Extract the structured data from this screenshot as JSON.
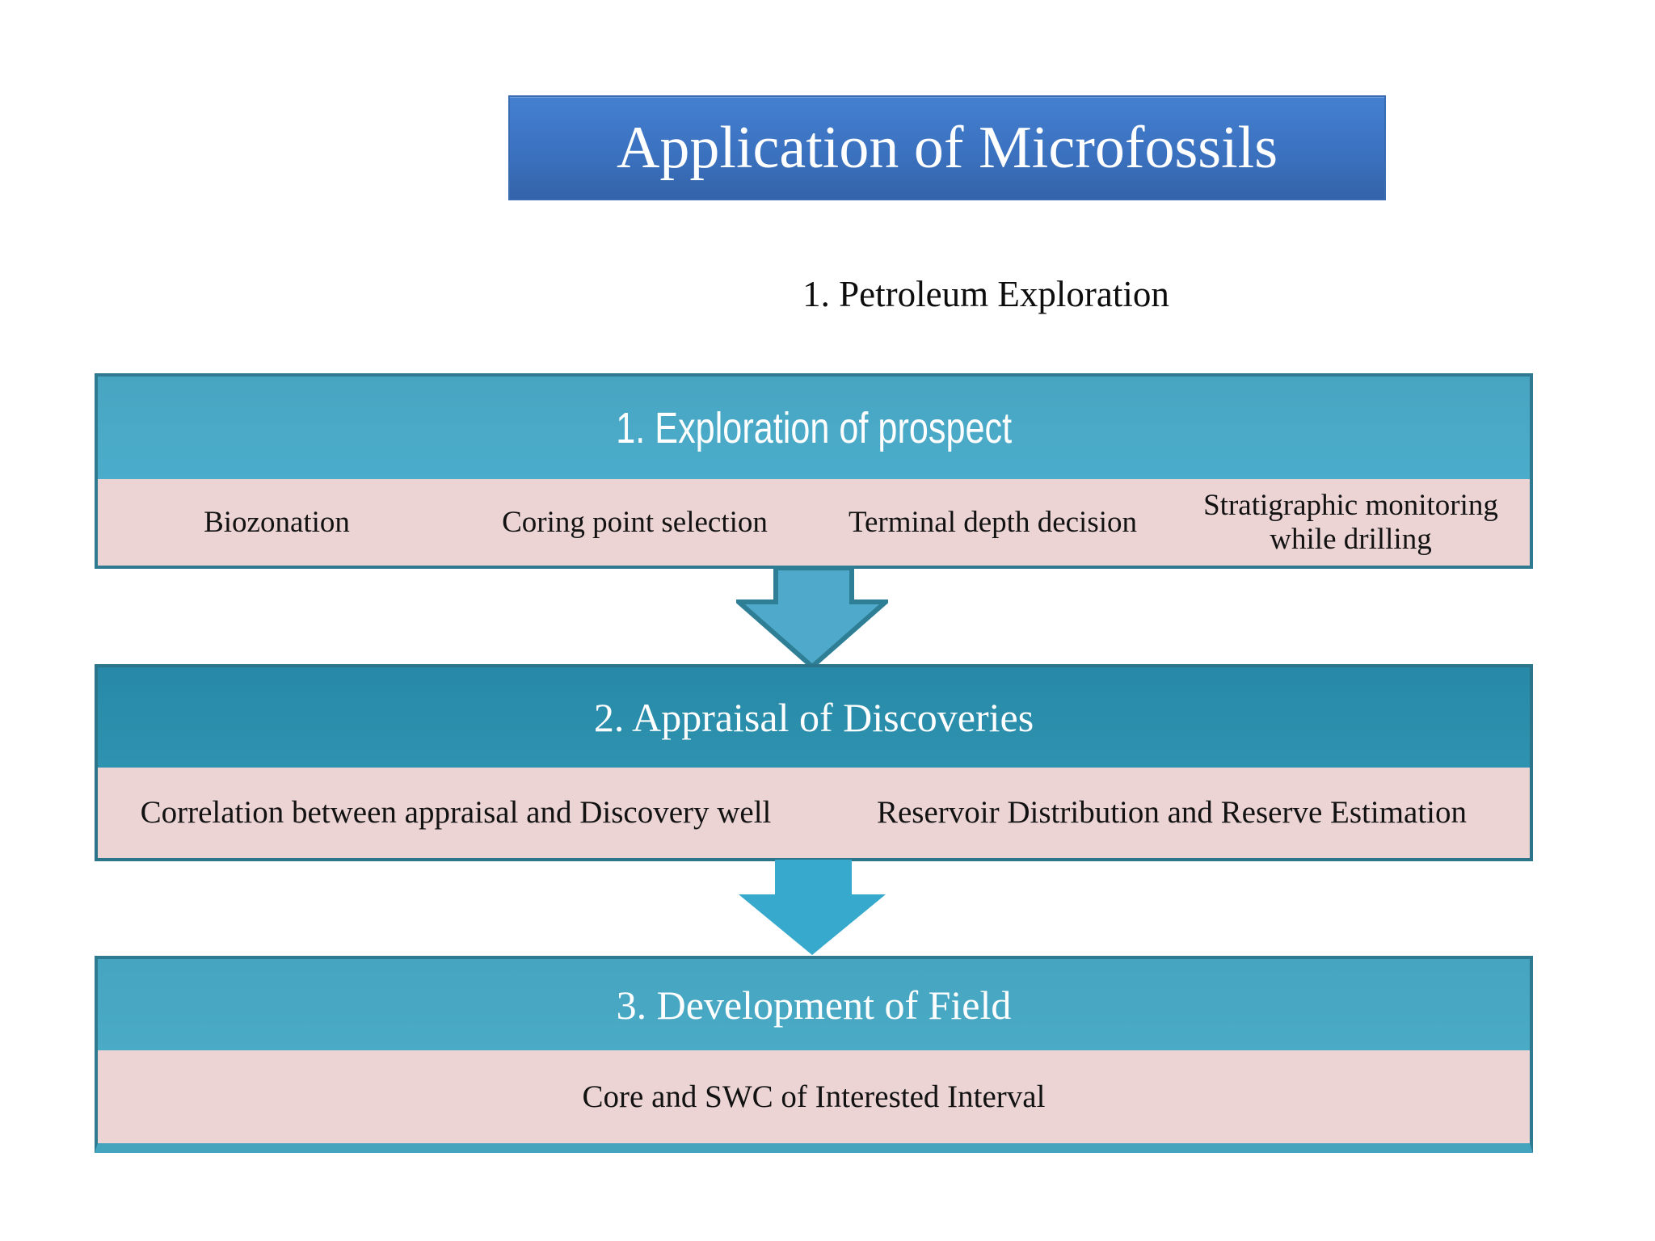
{
  "slide": {
    "title": "Application of Microfossils",
    "subtitle": "1. Petroleum Exploration"
  },
  "sections": [
    {
      "header": "1. Exploration of prospect",
      "items": [
        "Biozonation",
        "Coring point selection",
        "Terminal depth decision",
        "Stratigraphic monitoring while drilling"
      ]
    },
    {
      "header": "2. Appraisal of Discoveries",
      "items": [
        "Correlation between appraisal and Discovery well",
        "Reservoir Distribution and Reserve Estimation"
      ]
    },
    {
      "header": "3. Development of Field",
      "items": [
        "Core and SWC of Interested Interval"
      ]
    }
  ],
  "icons": {
    "arrow_between_1_2": "down-arrow-icon",
    "arrow_between_2_3": "down-arrow-icon"
  },
  "colors": {
    "title_banner_top": "#447fd0",
    "title_banner_bottom": "#3463a9",
    "section1_header_bg": "#4aaac8",
    "section2_header_bg": "#2b90ad",
    "section3_header_bg": "#48a8c2",
    "row_bg": "#ecd4d5",
    "box_border": "#2f7a90",
    "arrow1_fill": "#4fa9cb",
    "arrow1_stroke": "#2e7f96",
    "arrow2_fill": "#36a9cc",
    "title_text": "#ffffff",
    "body_text": "#121212"
  }
}
